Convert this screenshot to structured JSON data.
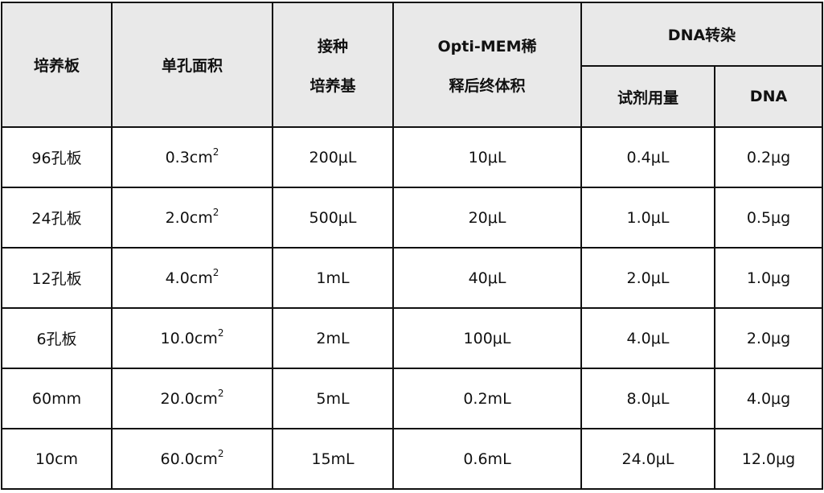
{
  "headers": {
    "plate": "培养板",
    "area": "单孔面积",
    "medium_l1": "接种",
    "medium_l2": "培养基",
    "optimem_l1": "Opti-MEM稀",
    "optimem_l2": "释后终体积",
    "dna_transfection": "DNA转染",
    "reagent": "试剂用量",
    "dna": "DNA"
  },
  "area_superscript": "2",
  "rows": [
    {
      "plate": "96孔板",
      "area": "0.3cm",
      "medium": "200μL",
      "optimem": "10μL",
      "reagent": "0.4μL",
      "dna": "0.2μg"
    },
    {
      "plate": "24孔板",
      "area": "2.0cm",
      "medium": "500μL",
      "optimem": "20μL",
      "reagent": "1.0μL",
      "dna": "0.5μg"
    },
    {
      "plate": "12孔板",
      "area": "4.0cm",
      "medium": "1mL",
      "optimem": "40μL",
      "reagent": "2.0μL",
      "dna": "1.0μg"
    },
    {
      "plate": "6孔板",
      "area": "10.0cm",
      "medium": "2mL",
      "optimem": "100μL",
      "reagent": "4.0μL",
      "dna": "2.0μg"
    },
    {
      "plate": "60mm",
      "area": "20.0cm",
      "medium": "5mL",
      "optimem": "0.2mL",
      "reagent": "8.0μL",
      "dna": "4.0μg"
    },
    {
      "plate": "10cm",
      "area": "60.0cm",
      "medium": "15mL",
      "optimem": "0.6mL",
      "reagent": "24.0μL",
      "dna": "12.0μg"
    }
  ]
}
